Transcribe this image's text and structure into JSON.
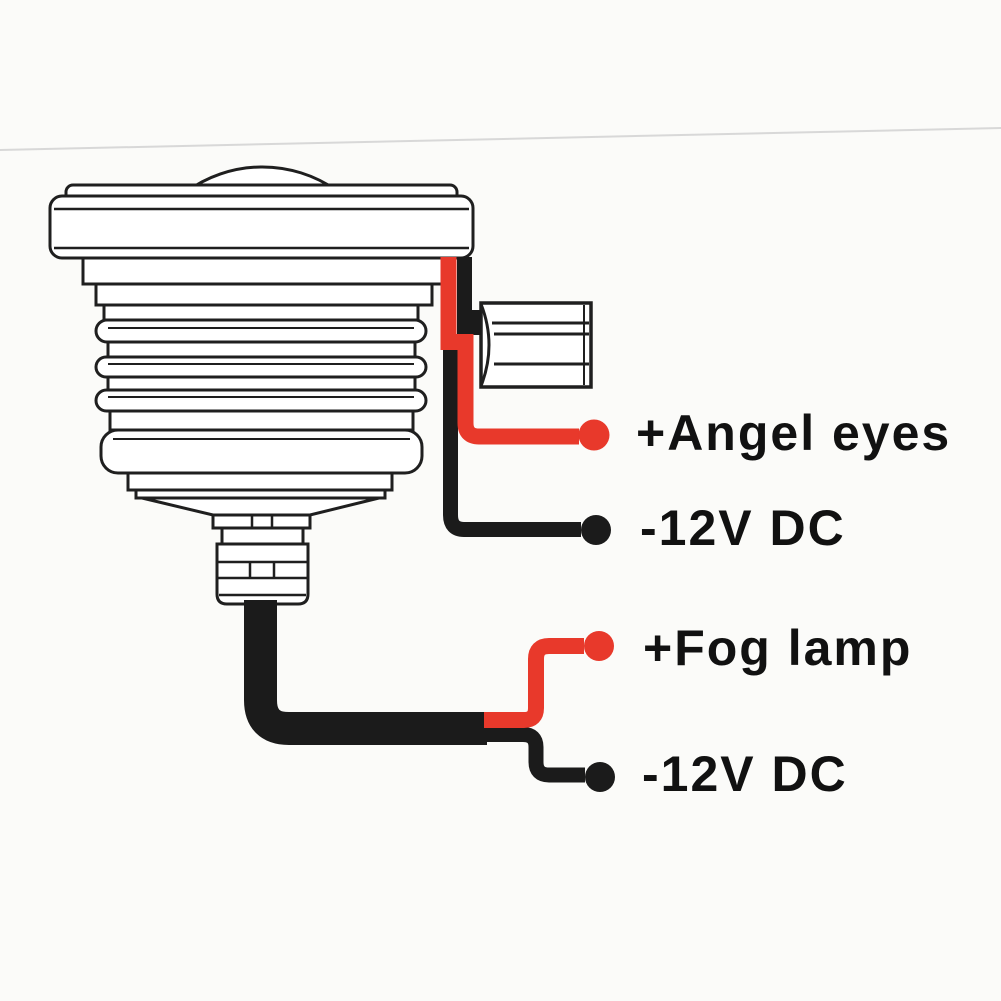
{
  "colors": {
    "background": "#fbfbf9",
    "outline": "#1f1f1f",
    "wire_red": "#e8392b",
    "wire_black": "#1b1b1b",
    "faint_line": "#cccccc",
    "text": "#111111"
  },
  "terminals": [
    {
      "label": "+Angel eyes",
      "wire": "red",
      "polarity": "positive"
    },
    {
      "label": "-12V DC",
      "wire": "black",
      "polarity": "negative"
    },
    {
      "label": "+Fog lamp",
      "wire": "red",
      "polarity": "positive"
    },
    {
      "label": "-12V DC",
      "wire": "black",
      "polarity": "negative"
    }
  ]
}
